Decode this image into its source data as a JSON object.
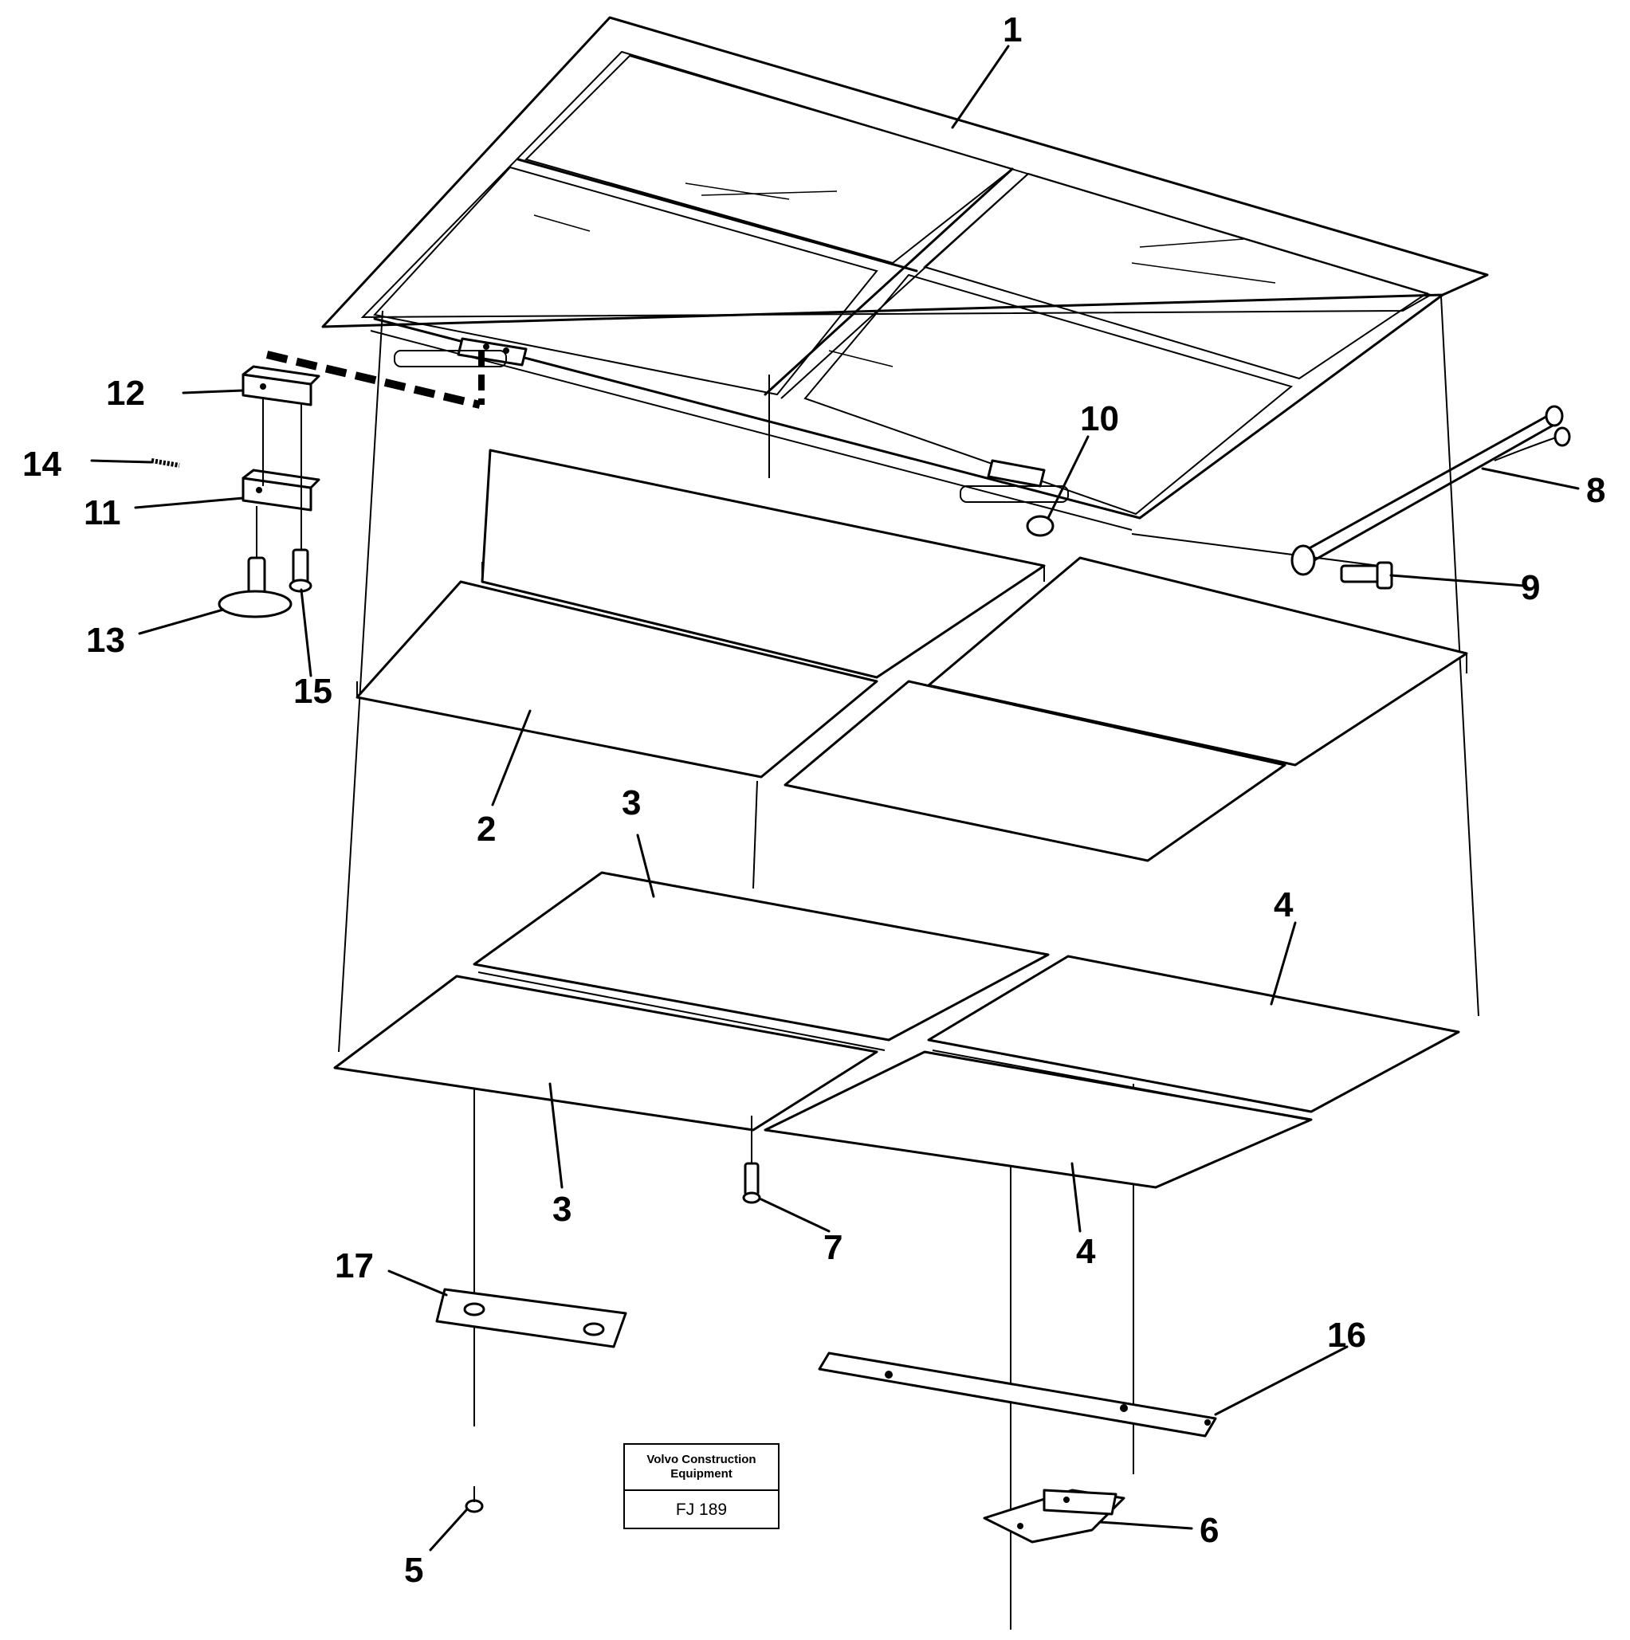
{
  "diagram": {
    "callouts": [
      {
        "id": "c1",
        "label": "1"
      },
      {
        "id": "c2",
        "label": "2"
      },
      {
        "id": "c3a",
        "label": "3"
      },
      {
        "id": "c3b",
        "label": "3"
      },
      {
        "id": "c4a",
        "label": "4"
      },
      {
        "id": "c4b",
        "label": "4"
      },
      {
        "id": "c5",
        "label": "5"
      },
      {
        "id": "c6",
        "label": "6"
      },
      {
        "id": "c7",
        "label": "7"
      },
      {
        "id": "c8",
        "label": "8"
      },
      {
        "id": "c9",
        "label": "9"
      },
      {
        "id": "c10",
        "label": "10"
      },
      {
        "id": "c11",
        "label": "11"
      },
      {
        "id": "c12",
        "label": "12"
      },
      {
        "id": "c13",
        "label": "13"
      },
      {
        "id": "c14",
        "label": "14"
      },
      {
        "id": "c15",
        "label": "15"
      },
      {
        "id": "c16",
        "label": "16"
      },
      {
        "id": "c17",
        "label": "17"
      }
    ]
  },
  "title_block": {
    "company_line1": "Volvo Construction",
    "company_line2": "Equipment",
    "drawing_code": "FJ 189"
  }
}
